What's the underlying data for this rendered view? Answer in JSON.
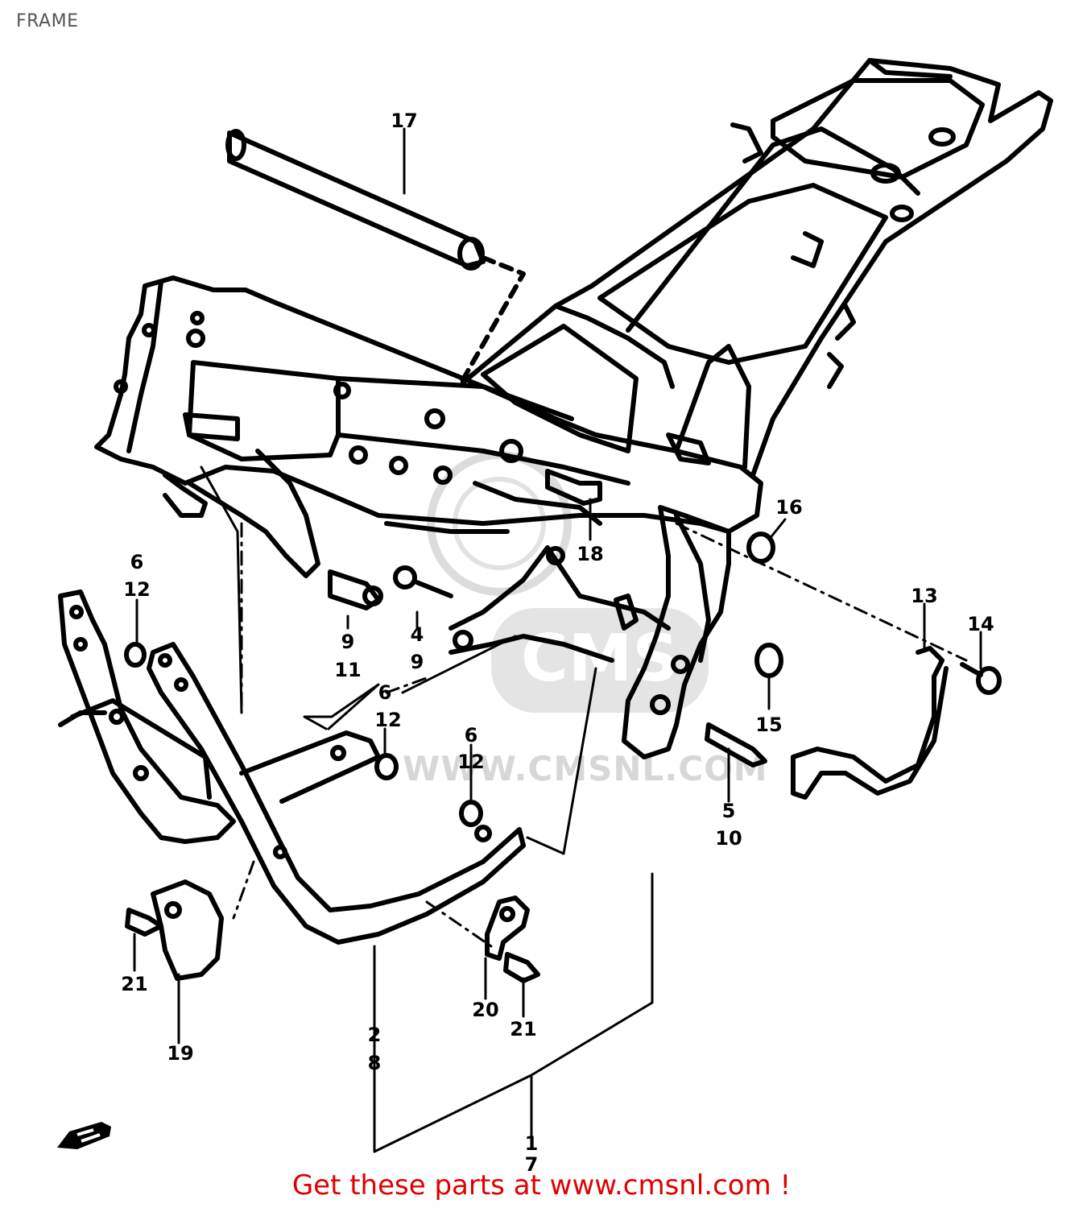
{
  "title": "FRAME",
  "callouts": [
    "17",
    "18",
    "16",
    "6",
    "12",
    "9",
    "11",
    "4",
    "9",
    "6",
    "12",
    "6",
    "12",
    "13",
    "14",
    "15",
    "5",
    "10",
    "21",
    "19",
    "2",
    "8",
    "20",
    "21",
    "1",
    "7"
  ],
  "watermark": {
    "logo_text": "CMS",
    "url_text": "WWW.CMSNL.COM"
  },
  "footer": "Get these parts at www.cmsnl.com !",
  "colors": {
    "footer": "#e00000",
    "line": "#000000",
    "watermark": "#d7d7d7",
    "title": "#555555"
  }
}
